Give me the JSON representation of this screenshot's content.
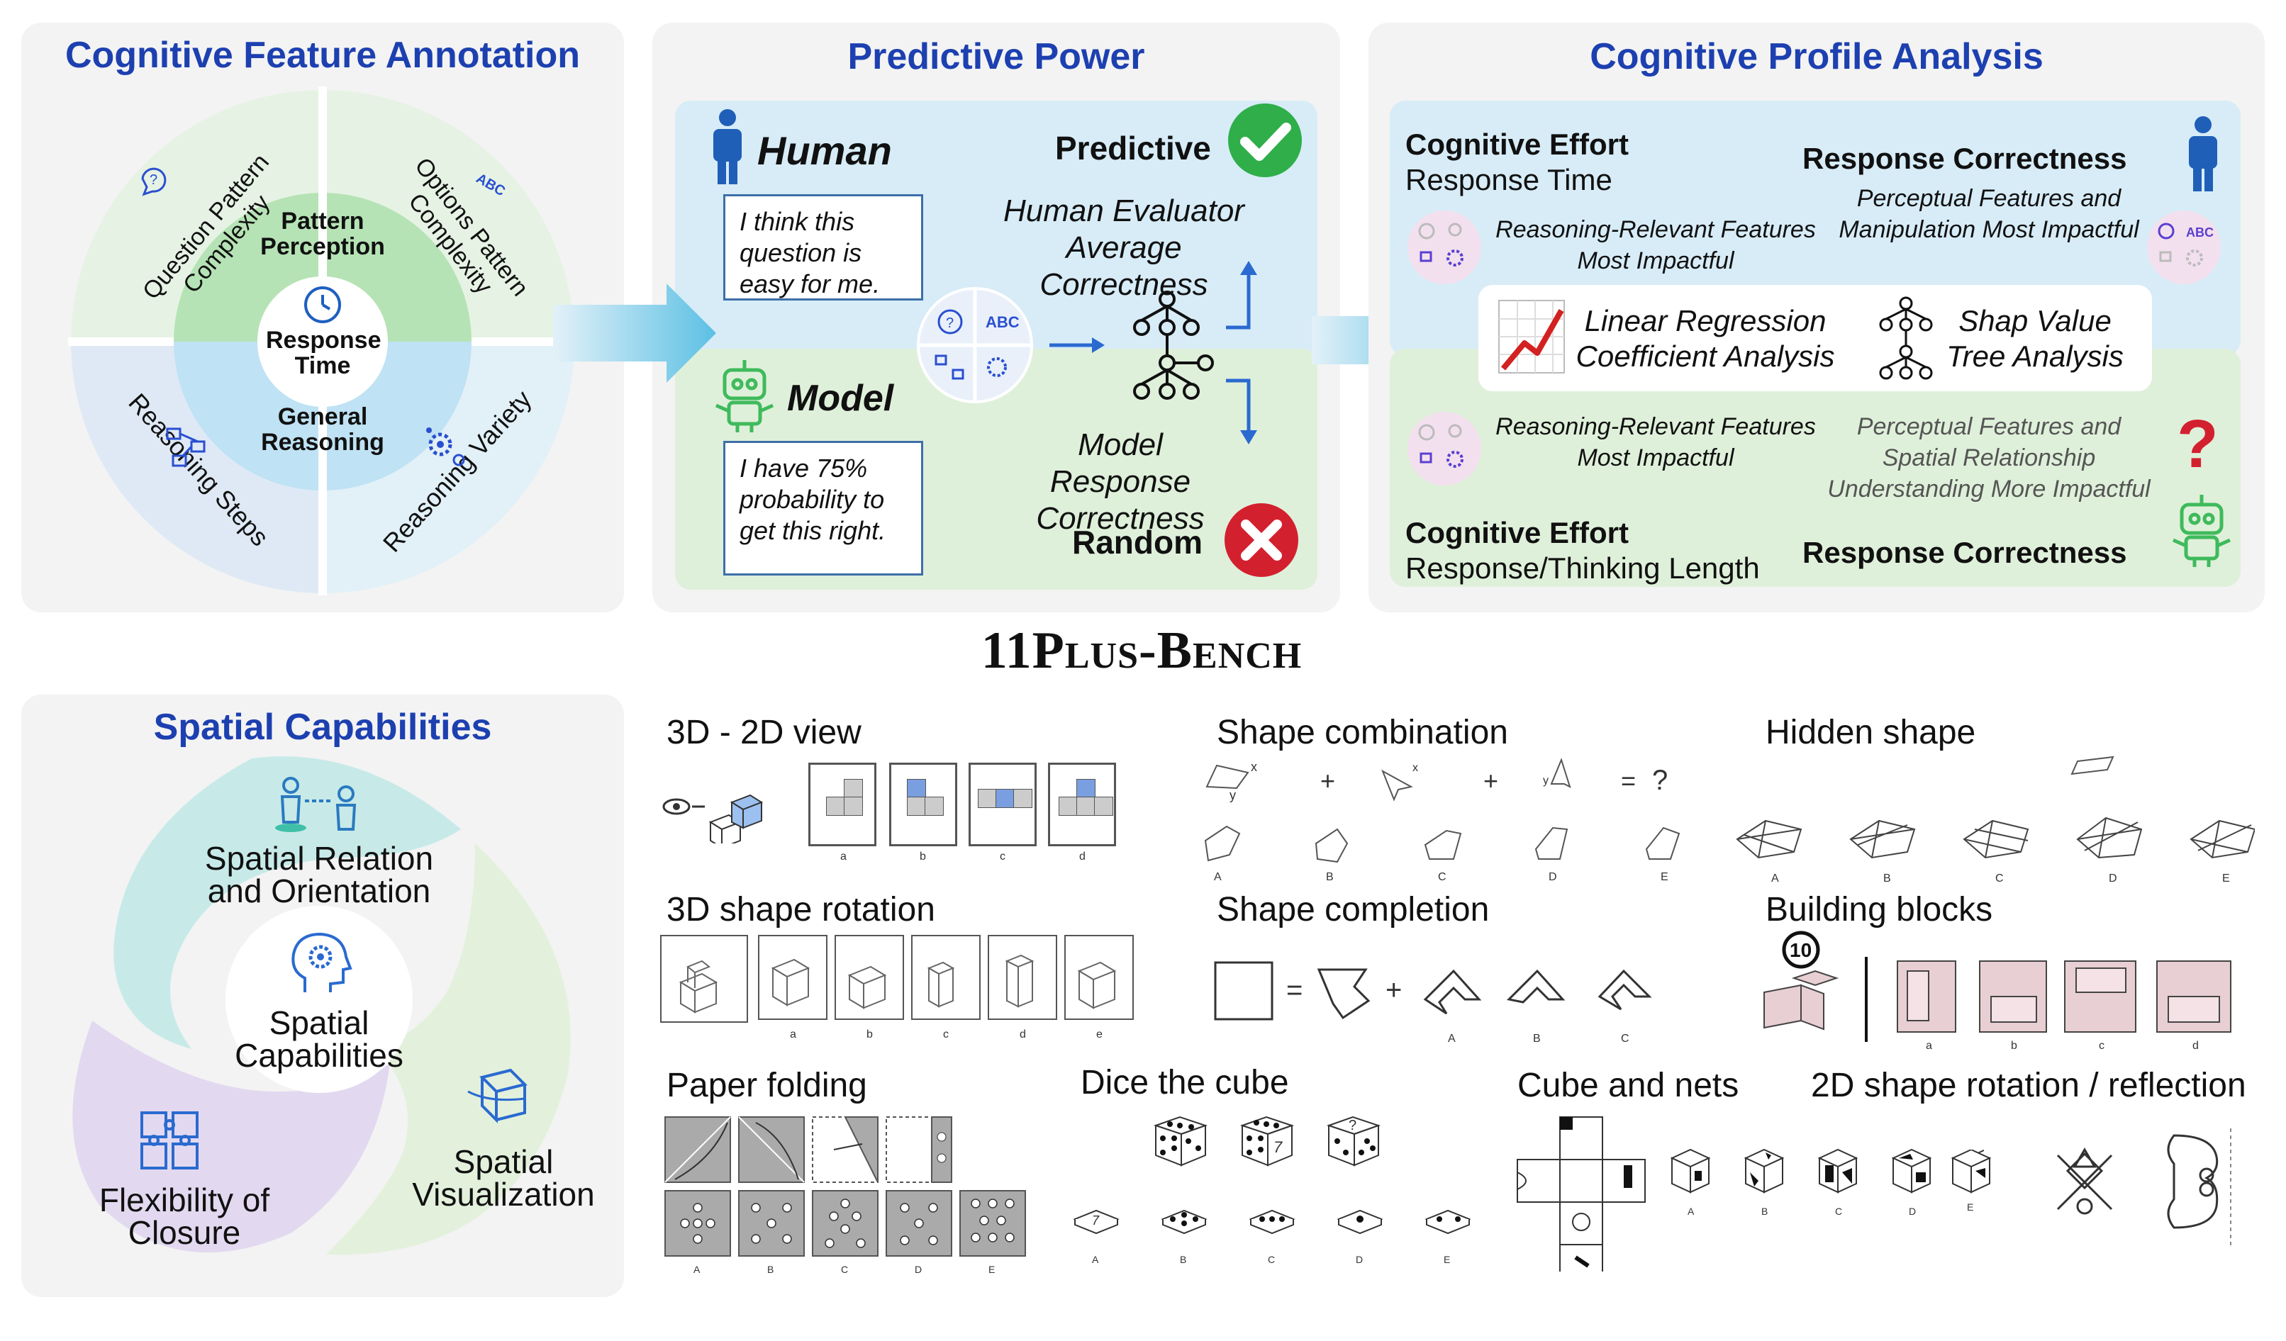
{
  "colors": {
    "title_blue": "#1d40b0",
    "panel_bg": "#f3f3f3",
    "human_bg": "#d7ecf7",
    "model_bg": "#dff0da",
    "check_green": "#2fae4a",
    "cross_red": "#d3202f",
    "human_icon": "#1f5fb8",
    "model_icon": "#3fba5c"
  },
  "annotation": {
    "title": "Cognitive Feature Annotation",
    "center": "Response Time",
    "inner_top": "Pattern Perception",
    "inner_bottom": "General Reasoning",
    "seg_q": "Question Pattern Complexity",
    "seg_o": "Options Pattern Complexity",
    "seg_rs": "Reasoning Steps",
    "seg_rv": "Reasoning Variety"
  },
  "predictive": {
    "title": "Predictive Power",
    "human_label": "Human",
    "human_bubble": "I think this question is easy for me.",
    "predictive_label": "Predictive",
    "human_eval": "Human Evaluator Average Correctness",
    "model_label": "Model",
    "model_bubble": "I have 75% probability to get this right.",
    "model_resp": "Model Response Correctness",
    "random_label": "Random"
  },
  "profile": {
    "title": "Cognitive Profile Analysis",
    "human_effort": "Cognitive Effort",
    "human_effort_sub": "Response Time",
    "human_correct": "Response Correctness",
    "human_reason": "Reasoning-Relevant Features Most Impactful",
    "human_percept": "Perceptual Features and Manipulation Most Impactful",
    "lr": "Linear Regression Coefficient Analysis",
    "shap": "Shap Value Tree Analysis",
    "model_reason": "Reasoning-Relevant Features Most Impactful",
    "model_percept": "Perceptual Features and Spatial Relationship Understanding More Impactful",
    "model_effort": "Cognitive Effort",
    "model_effort_sub": "Response/Thinking Length",
    "model_correct": "Response Correctness"
  },
  "bench_title": "11Plus-Bench",
  "spatial": {
    "title": "Spatial Capabilities",
    "relation": "Spatial Relation and Orientation",
    "center": "Spatial Capabilities",
    "visualization": "Spatial Visualization",
    "flexibility": "Flexibility of Closure"
  },
  "tasks": {
    "t3d2d": "3D - 2D view",
    "shape_comb": "Shape combination",
    "hidden": "Hidden shape",
    "rot3d": "3D shape rotation",
    "shape_comp": "Shape completion",
    "blocks": "Building blocks",
    "paper": "Paper folding",
    "dice": "Dice the cube",
    "nets": "Cube and nets",
    "rot2d": "2D shape rotation / reflection"
  },
  "options_abcd": [
    "a",
    "b",
    "c",
    "d"
  ],
  "options_abcde": [
    "a",
    "b",
    "c",
    "d",
    "e"
  ],
  "options_upper5": [
    "A",
    "B",
    "C",
    "D",
    "E"
  ],
  "options_upper3": [
    "A",
    "B",
    "C"
  ],
  "combo": {
    "plus": "+",
    "equals": "=",
    "question": "?",
    "x": "x",
    "y": "y"
  },
  "blocks_badge": "10",
  "dice_marks": {
    "q": "?",
    "seven": "7"
  },
  "icons": [
    "clock-icon",
    "question-bubble-icon",
    "abc-icon",
    "gear-network-icon",
    "flowchart-icon",
    "human-icon",
    "robot-icon",
    "check-icon",
    "cross-icon",
    "tree-icon",
    "line-chart-icon",
    "question-mark-icon",
    "puzzle-icon",
    "head-gear-icon",
    "cube-icon",
    "people-arrow-icon",
    "eye-icon"
  ]
}
